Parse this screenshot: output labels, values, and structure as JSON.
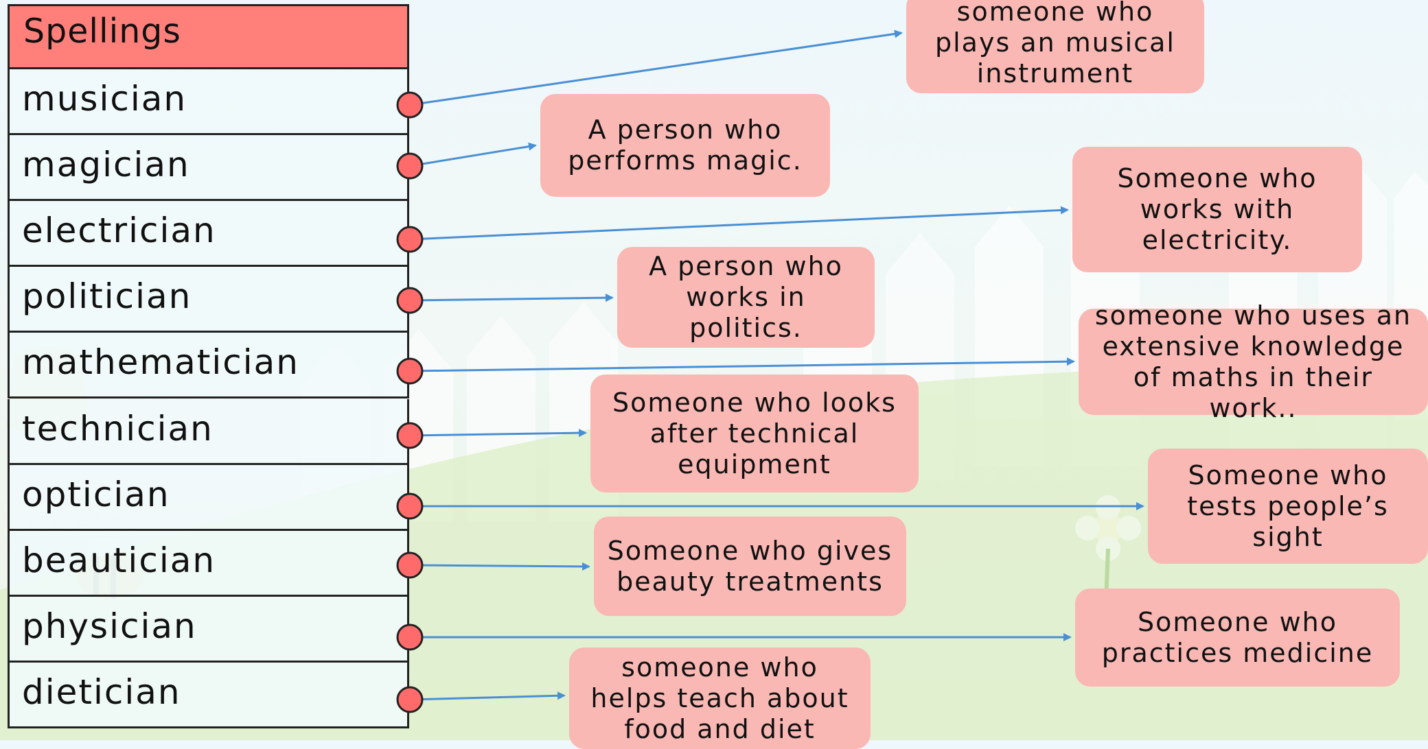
{
  "title": "Spellings",
  "words": [
    "musician",
    "magician",
    "electrician",
    "politician",
    "mathematician",
    "technician",
    "optician",
    "beautician",
    "physician",
    "dietician"
  ],
  "definitions": [
    "someone who plays an musical instrument",
    "A person who performs magic.",
    "Someone who works with electricity.",
    "A person who works in politics.",
    "someone who uses an extensive knowledge of maths in their work..",
    "Someone who looks after technical equipment",
    "Someone who tests people’s sight",
    "Someone who gives beauty treatments",
    "Someone who practices medicine",
    "someone who helps teach about food and diet"
  ],
  "colors": {
    "header": "#ff7f7a",
    "node": "#ff6b6b",
    "arrow": "#4a8fd4",
    "definition_box": "#f9b8b4"
  }
}
